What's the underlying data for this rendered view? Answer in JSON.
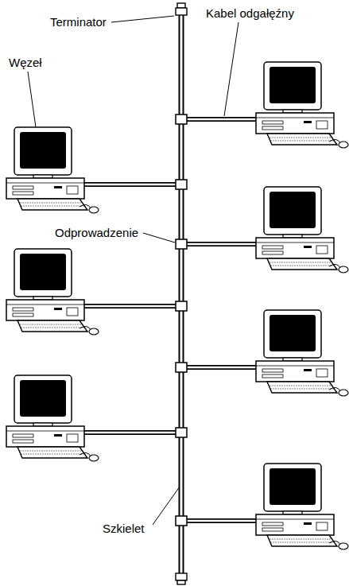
{
  "diagram": {
    "labels": [
      "Terminator",
      "Kabel odgałęźny",
      "Węzeł",
      "Odprowadzenie",
      "Szkielet"
    ]
  }
}
